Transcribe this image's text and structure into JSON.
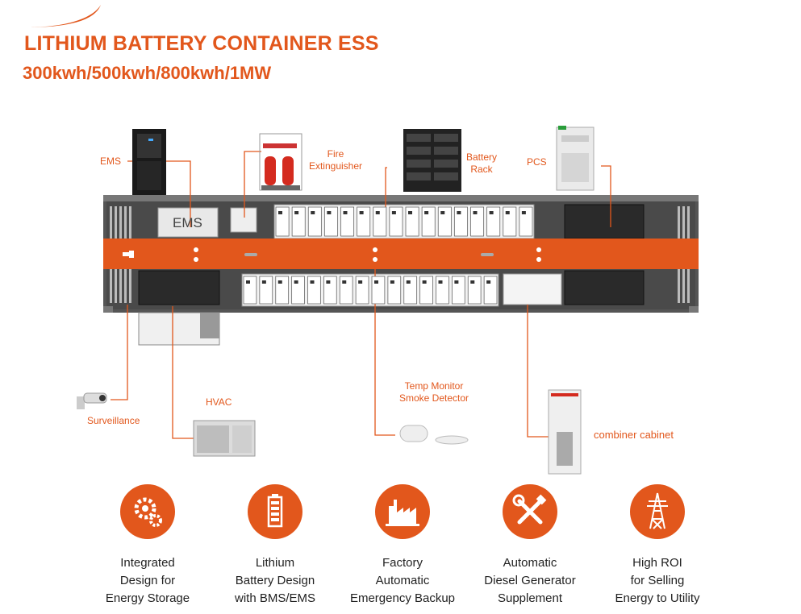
{
  "header": {
    "title": "LITHIUM BATTERY CONTAINER ESS",
    "subtitle": "300kwh/500kwh/800kwh/1MW"
  },
  "container": {
    "ems_box_label": "EMS"
  },
  "callouts": {
    "ems": "EMS",
    "fire": [
      "Fire",
      "Extinguisher"
    ],
    "battery_rack": [
      "Battery",
      "Rack"
    ],
    "pcs": "PCS",
    "surveillance": "Surveillance",
    "hvac": "HVAC",
    "temp_monitor": [
      "Temp Monitor",
      "Smoke Detector"
    ],
    "combiner": "combiner cabinet"
  },
  "features": [
    {
      "icon": "gears-icon",
      "lines": [
        "Integrated",
        "Design for",
        "Energy Storage"
      ]
    },
    {
      "icon": "battery-icon",
      "lines": [
        "Lithium",
        "Battery Design",
        "with BMS/EMS"
      ]
    },
    {
      "icon": "factory-icon",
      "lines": [
        "Factory",
        "Automatic",
        "Emergency Backup"
      ]
    },
    {
      "icon": "tools-icon",
      "lines": [
        "Automatic",
        "Diesel Generator",
        "Supplement"
      ]
    },
    {
      "icon": "power-tower-icon",
      "lines": [
        "High ROI",
        "for Selling",
        "Energy to Utility"
      ]
    }
  ],
  "colors": {
    "accent": "#e2571c",
    "container_dark": "#3a3a3a"
  }
}
